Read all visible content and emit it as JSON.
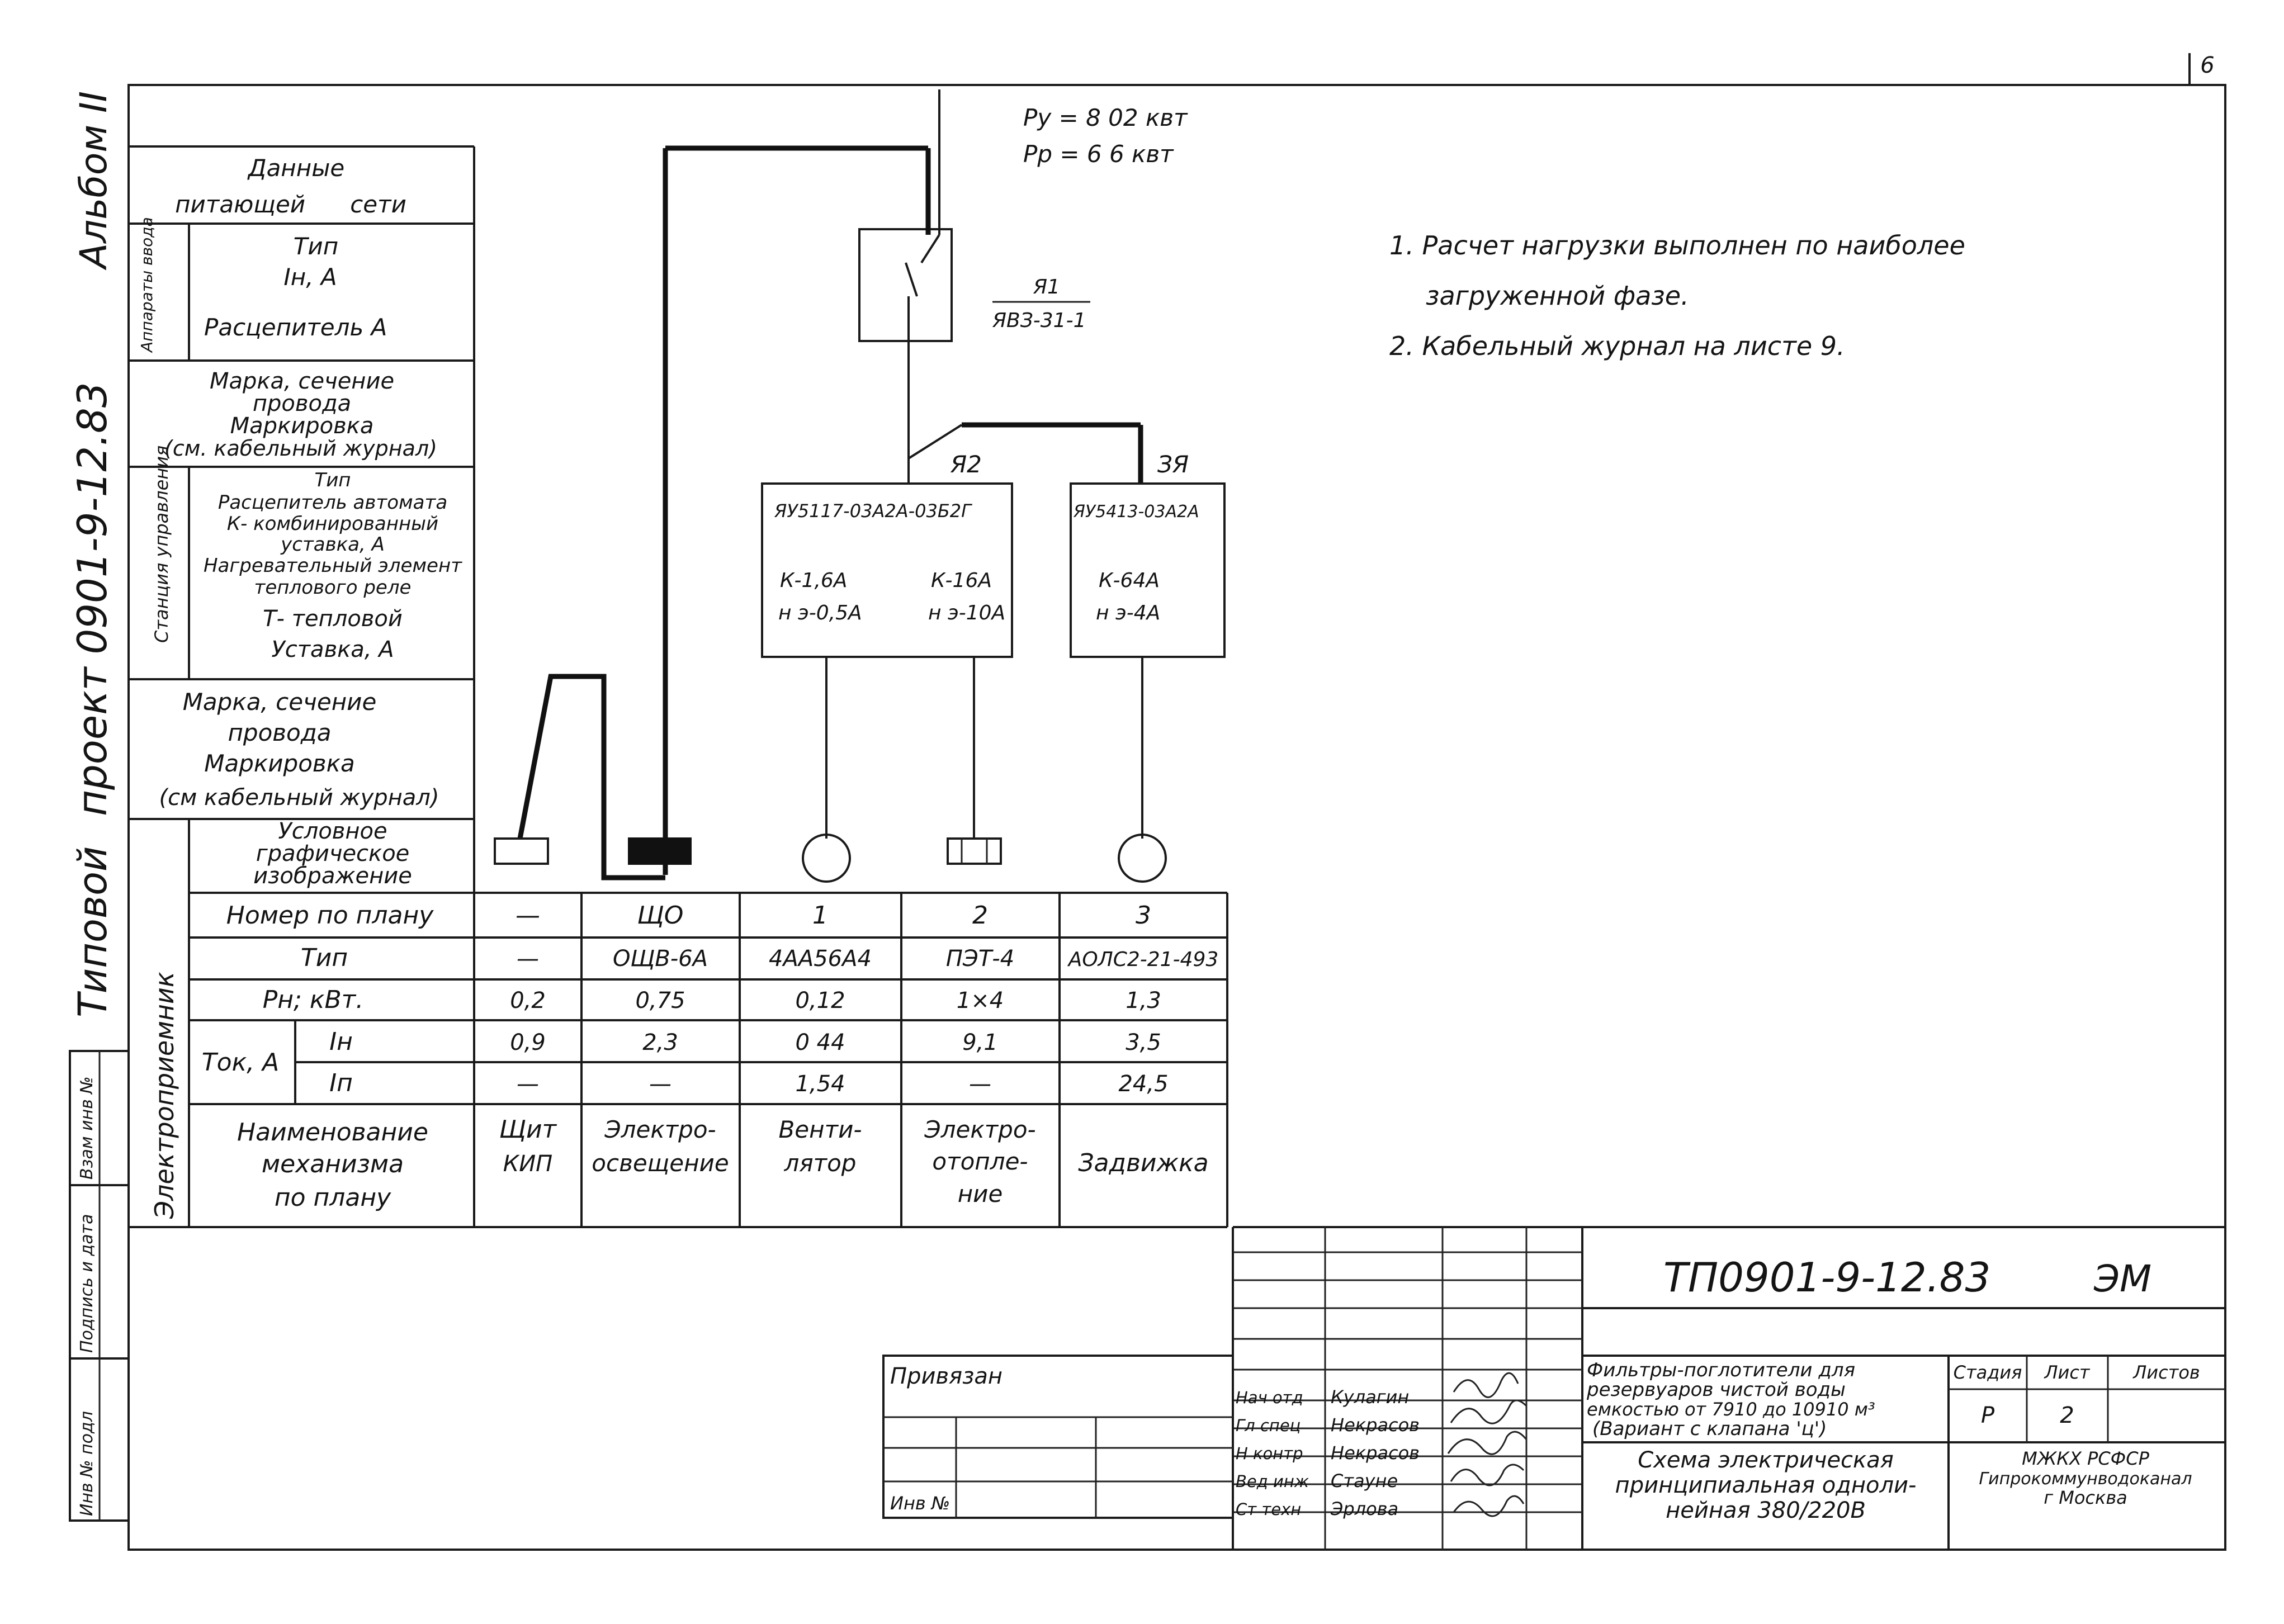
{
  "page_number": "6",
  "side": {
    "album": "Альбом II",
    "project": "проект 0901-9-12.83",
    "typical": "Типовой",
    "stamp_cells": [
      "Взам инв №",
      "Подпись и дата",
      "Инв № подл"
    ]
  },
  "left_table": {
    "supply_data": [
      "Данные",
      "питающей      сети"
    ],
    "input_apparatus_label": "Аппараты ввода",
    "input_apparatus": [
      "Тип",
      "Iн, А",
      "Расцепитель А"
    ],
    "wire1": [
      "Марка, сечение",
      "провода",
      "Маркировка",
      "(см. кабельный журнал)"
    ],
    "control_station_label": "Станция управления",
    "control_station": [
      "Тип",
      "Расцепитель автомата",
      "К- комбинированный",
      "уставка, А",
      "Нагревательный элемент",
      "теплового реле",
      "Т- тепловой",
      "Уставка, А"
    ],
    "wire2": [
      "Марка, сечение",
      "провода",
      "Маркировка",
      "(см кабельный журнал)"
    ],
    "consumer_label": "Электроприемник",
    "symbol": [
      "Условное",
      "графическое",
      "изображение"
    ],
    "row_plan_no": "Номер по плану",
    "row_type": "Тип",
    "row_power": "Рн; кВт.",
    "row_current": "Ток, А",
    "row_in": "Iн",
    "row_ip": "Iп",
    "row_name": [
      "Наименование",
      "механизма",
      "по плану"
    ]
  },
  "power": {
    "installed": "Ру = 8 02 квт",
    "rated": "Рр = 6 6 квт"
  },
  "breaker": {
    "id": "Я1",
    "type": "ЯВЗ-31-1"
  },
  "boxes": [
    {
      "id": "Я2",
      "type": "ЯУ5117-03А2А-03Б2Г",
      "col1": [
        "К-1,6А",
        "н э-0,5А"
      ],
      "col2": [
        "К-16А",
        "н э-10А"
      ]
    },
    {
      "id": "ЗЯ",
      "type": "ЯУ5413-03А2А",
      "col1": [
        "К-64А",
        "н э-4А"
      ]
    }
  ],
  "consumers": [
    {
      "plan": "—",
      "type": "—",
      "power": "0,2",
      "in": "0,9",
      "ip": "—",
      "name": [
        "Щит",
        "КИП"
      ]
    },
    {
      "plan": "ЩО",
      "type": "ОЩВ-6А",
      "power": "0,75",
      "in": "2,3",
      "ip": "—",
      "name": [
        "Электро-",
        "освещение"
      ]
    },
    {
      "plan": "1",
      "type": "4АА56А4",
      "power": "0,12",
      "in": "0 44",
      "ip": "1,54",
      "name": [
        "Венти-",
        "лятор"
      ]
    },
    {
      "plan": "2",
      "type": "ПЭТ-4",
      "power": "1×4",
      "in": "9,1",
      "ip": "—",
      "name": [
        "Электро-",
        "отопле-",
        "ние"
      ]
    },
    {
      "plan": "3",
      "type": "АОЛС2-21-493",
      "power": "1,3",
      "in": "3,5",
      "ip": "24,5",
      "name": [
        "Задвижка"
      ]
    }
  ],
  "notes": [
    "1. Расчет нагрузки выполнен по наиболее",
    "загруженной фазе.",
    "2. Кабельный журнал на листе 9."
  ],
  "title_block": {
    "code": "ТП0901-9-12.83",
    "mark": "ЭМ",
    "bound_label": "Привязан",
    "inv_label": "Инв №",
    "roles": [
      "Нач отд",
      "Гл спец",
      "Н контр",
      "Вед инж",
      "Ст техн"
    ],
    "names": [
      "Кулагин",
      "Некрасов",
      "Некрасов",
      "Стауне",
      "Эрлова"
    ],
    "description": [
      "Фильтры-поглотители для",
      "резервуаров чистой воды",
      "емкостью от 7910 до 10910 м³",
      "(Вариант с клапана 'ц')"
    ],
    "stage_label": "Стадия",
    "sheet_label": "Лист",
    "sheets_label": "Листов",
    "stage": "Р",
    "sheet": "2",
    "drawing_title": [
      "Схема электрическая",
      "принципиальная одноли-",
      "нейная 380/220В"
    ],
    "org": [
      "МЖКХ РСФСР",
      "Гипрокоммунводоканал",
      "г Москва"
    ]
  }
}
